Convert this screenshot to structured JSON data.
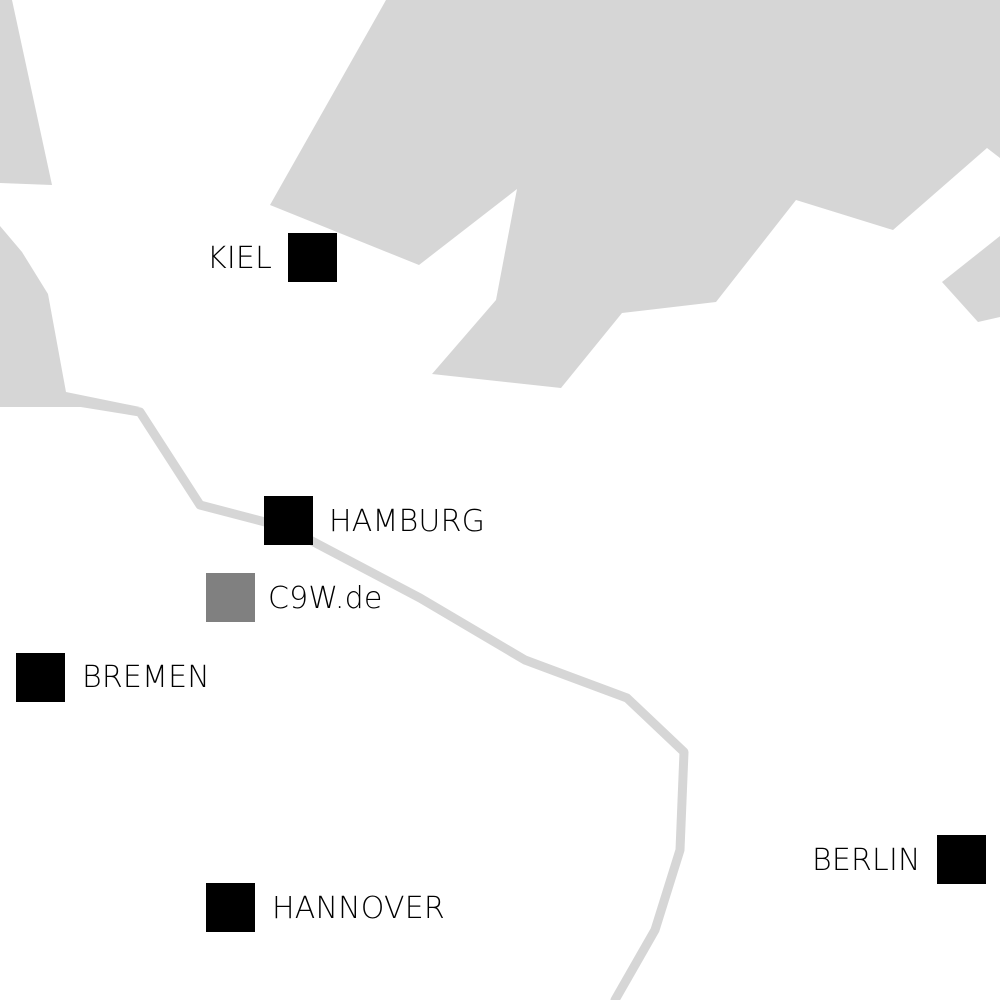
{
  "colors": {
    "background": "#ffffff",
    "water": "#d6d6d6",
    "river": "#d6d6d6",
    "city_marker": "#000000",
    "highlight_marker": "#808080",
    "label_text": "#000000"
  },
  "cities": {
    "kiel": {
      "label": "KIEL",
      "marker_color": "#000000"
    },
    "hamburg": {
      "label": "HAMBURG",
      "marker_color": "#000000"
    },
    "c9w": {
      "label": "C9W.de",
      "marker_color": "#808080"
    },
    "bremen": {
      "label": "BREMEN",
      "marker_color": "#000000"
    },
    "hannover": {
      "label": "HANNOVER",
      "marker_color": "#000000"
    },
    "berlin": {
      "label": "BERLIN",
      "marker_color": "#000000"
    }
  }
}
